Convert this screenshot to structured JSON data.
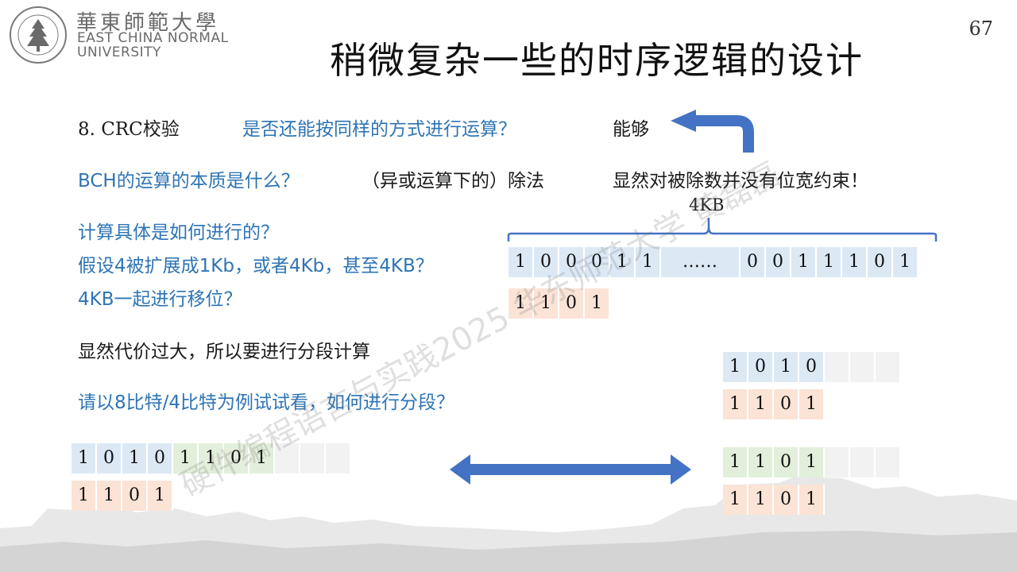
{
  "header": {
    "school_cn": "華東師範大學",
    "school_en_line1": "EAST CHINA NORMAL",
    "school_en_line2": "UNIVERSITY",
    "page_number": "67",
    "title": "稍微复杂一些的时序逻辑的设计"
  },
  "body": {
    "q_label": "8. CRC校验",
    "q_text": "是否还能按同样的方式进行运算？",
    "answer": "能够",
    "bch_q": "BCH的运算的本质是什么？",
    "bch_a": "（异或运算下的）除法",
    "note": "显然对被除数并没有位宽约束！",
    "size_label": "4KB",
    "how_q": "计算具体是如何进行的？",
    "assume": "假设4被扩展成1Kb，或者4Kb，甚至4KB？",
    "shift": "4KB一起进行移位？",
    "cost": "显然代价过大，所以要进行分段计算",
    "try": "请以8比特/4比特为例试试看，如何进行分段？"
  },
  "grids": {
    "big_row": [
      "1",
      "0",
      "0",
      "0",
      "1",
      "1",
      "……",
      "0",
      "0",
      "1",
      "1",
      "1",
      "0",
      "1"
    ],
    "divisor": [
      "1",
      "1",
      "0",
      "1"
    ],
    "seg_left_blue": [
      "1",
      "0",
      "1",
      "0"
    ],
    "seg_left_green": [
      "1",
      "1",
      "0",
      "1"
    ],
    "right_top": [
      "1",
      "0",
      "1",
      "0"
    ],
    "right_top_div": [
      "1",
      "1",
      "0",
      "1"
    ],
    "right_bottom": [
      "1",
      "1",
      "0",
      "1"
    ],
    "right_bottom_div": [
      "1",
      "1",
      "0",
      "1"
    ]
  },
  "watermark": "硬件编程语言与实践2025 华东师范大学 黄磊磊",
  "colors": {
    "accent_blue": "#2e74b5",
    "arrow_blue": "#4472c4"
  }
}
